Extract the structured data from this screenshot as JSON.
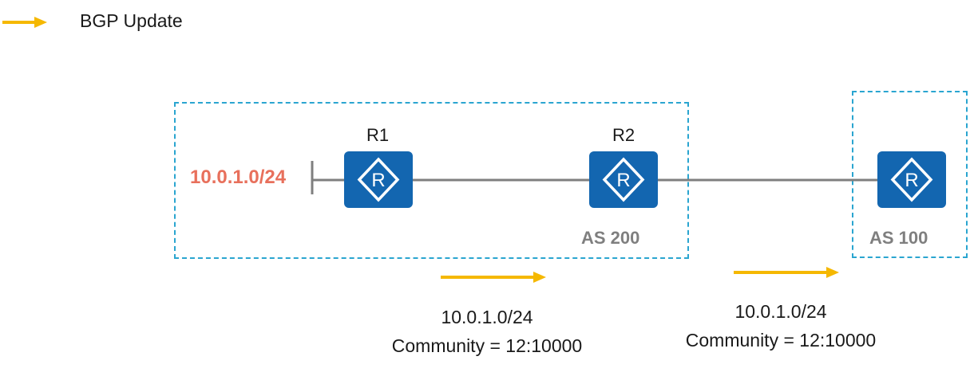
{
  "legend": {
    "label": "BGP Update",
    "arrow_color": "#f5b800"
  },
  "areas": [
    {
      "label": "AS 200",
      "border_color": "#2aa5d0"
    },
    {
      "label": "AS 100",
      "border_color": "#2aa5d0"
    }
  ],
  "routers": [
    {
      "name": "R1",
      "icon": "router-icon"
    },
    {
      "name": "R2",
      "icon": "router-icon"
    },
    {
      "name": "",
      "icon": "router-icon"
    }
  ],
  "router_color": "#1366b0",
  "link_color": "#7f7f7f",
  "advertised_prefix": {
    "text": "10.0.1.0/24",
    "color": "#e8705c"
  },
  "updates": [
    {
      "prefix": "10.0.1.0/24",
      "community": "Community = 12:10000"
    },
    {
      "prefix": "10.0.1.0/24",
      "community": "Community = 12:10000"
    }
  ]
}
